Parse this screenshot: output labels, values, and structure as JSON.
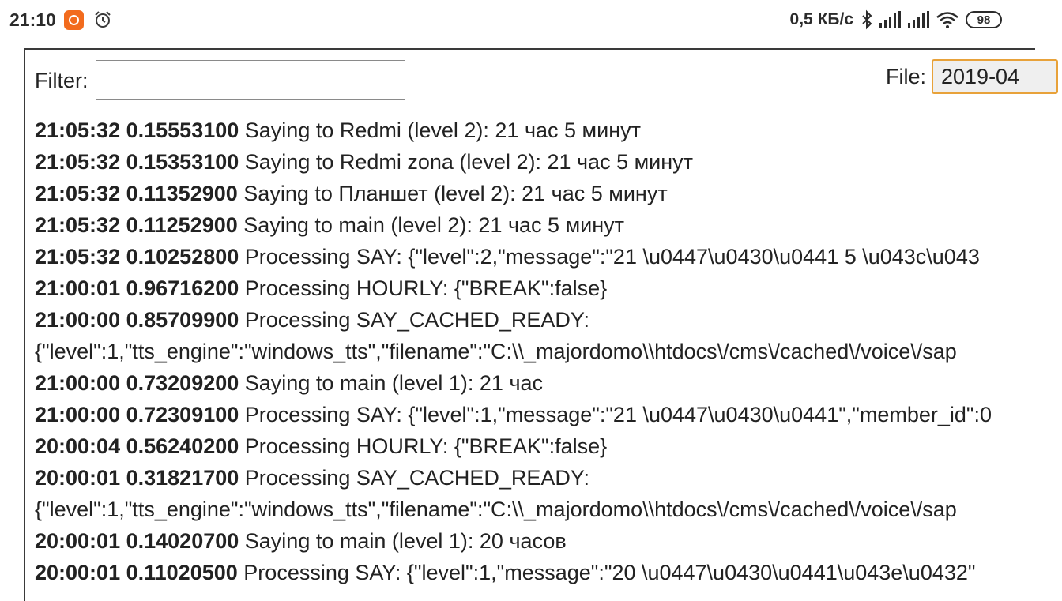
{
  "status_bar": {
    "time": "21:10",
    "app_icon": "orange-app-icon",
    "alarm_icon": "alarm-clock-icon",
    "network_speed": "0,5 КБ/с",
    "bluetooth_icon": "bluetooth-icon",
    "signal_icons": [
      "signal-1-icon",
      "signal-2-icon"
    ],
    "wifi_icon": "wifi-icon",
    "battery_level": "98"
  },
  "toolbar": {
    "filter_label": "Filter:",
    "filter_value": "",
    "file_label": "File:",
    "file_selected": "2019-04"
  },
  "log": [
    {
      "time": "21:05:32",
      "secs": "0.15553100",
      "text": "Saying to Redmi (level 2): 21 час 5 минут"
    },
    {
      "time": "21:05:32",
      "secs": "0.15353100",
      "text": "Saying to Redmi zona (level 2): 21 час 5 минут"
    },
    {
      "time": "21:05:32",
      "secs": "0.11352900",
      "text": "Saying to Планшет (level 2): 21 час 5 минут"
    },
    {
      "time": "21:05:32",
      "secs": "0.11252900",
      "text": "Saying to main (level 2): 21 час 5 минут"
    },
    {
      "time": "21:05:32",
      "secs": "0.10252800",
      "text": "Processing SAY: {\"level\":2,\"message\":\"21 \\u0447\\u0430\\u0441 5 \\u043c\\u043"
    },
    {
      "time": "21:00:01",
      "secs": "0.96716200",
      "text": "Processing HOURLY: {\"BREAK\":false}"
    },
    {
      "time": "21:00:00",
      "secs": "0.85709900",
      "text": "Processing SAY_CACHED_READY:"
    },
    {
      "time": "",
      "secs": "",
      "text": "{\"level\":1,\"tts_engine\":\"windows_tts\",\"filename\":\"C:\\\\_majordomo\\\\htdocs\\/cms\\/cached\\/voice\\/sap"
    },
    {
      "time": "21:00:00",
      "secs": "0.73209200",
      "text": "Saying to main (level 1): 21 час"
    },
    {
      "time": "21:00:00",
      "secs": "0.72309100",
      "text": "Processing SAY: {\"level\":1,\"message\":\"21 \\u0447\\u0430\\u0441\",\"member_id\":0"
    },
    {
      "time": "20:00:04",
      "secs": "0.56240200",
      "text": "Processing HOURLY: {\"BREAK\":false}"
    },
    {
      "time": "20:00:01",
      "secs": "0.31821700",
      "text": "Processing SAY_CACHED_READY:"
    },
    {
      "time": "",
      "secs": "",
      "text": "{\"level\":1,\"tts_engine\":\"windows_tts\",\"filename\":\"C:\\\\_majordomo\\\\htdocs\\/cms\\/cached\\/voice\\/sap"
    },
    {
      "time": "20:00:01",
      "secs": "0.14020700",
      "text": "Saying to main (level 1): 20 часов"
    },
    {
      "time": "20:00:01",
      "secs": "0.11020500",
      "text": "Processing SAY: {\"level\":1,\"message\":\"20 \\u0447\\u0430\\u0441\\u043e\\u0432\""
    }
  ]
}
